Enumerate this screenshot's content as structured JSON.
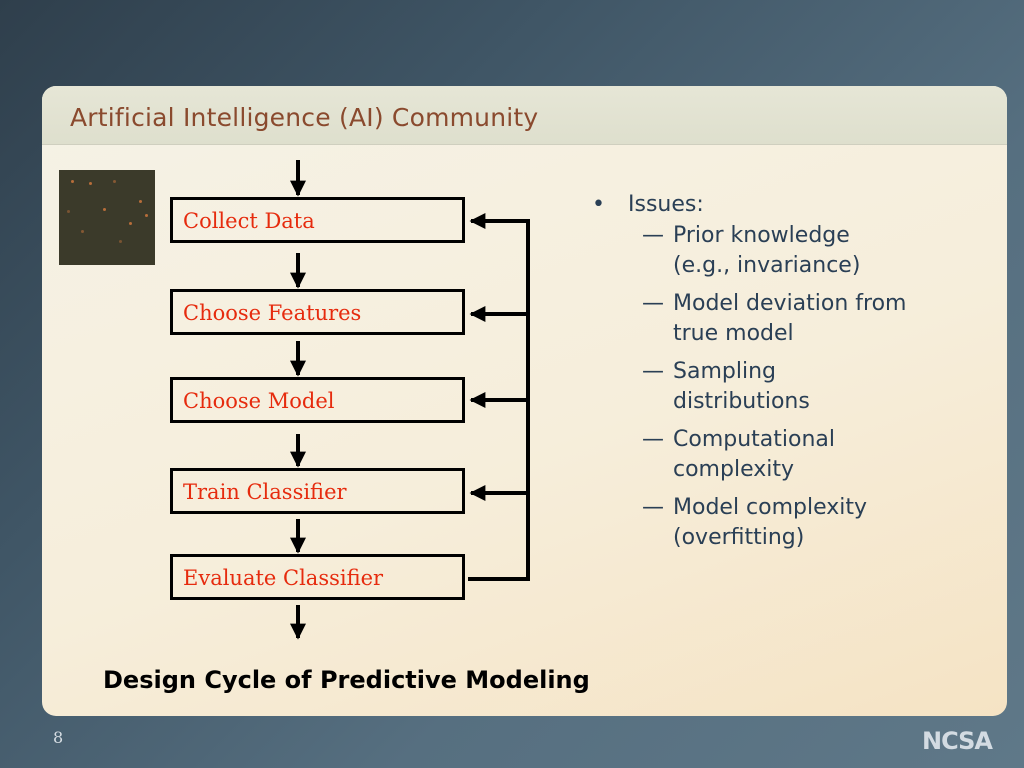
{
  "slide": {
    "title": "Artificial Intelligence (AI) Community",
    "page_number": "8",
    "logo_text": "NCSA",
    "caption": "Design Cycle of Predictive Modeling"
  },
  "diagram": {
    "steps": [
      "Collect Data",
      "Choose Features",
      "Choose Model",
      "Train Classifier",
      "Evaluate Classifier"
    ],
    "step_text_color": "#e62b0e"
  },
  "issues": {
    "bullet": "•",
    "heading": "Issues:",
    "dash": "—",
    "items": [
      "Prior knowledge (e.g., invariance)",
      "Model deviation from true model",
      "Sampling distributions",
      "Computational complexity",
      "Model complexity (overfitting)"
    ]
  },
  "colors": {
    "title": "#8a4a2e",
    "text": "#2a3f55",
    "background": "#3f5565"
  }
}
